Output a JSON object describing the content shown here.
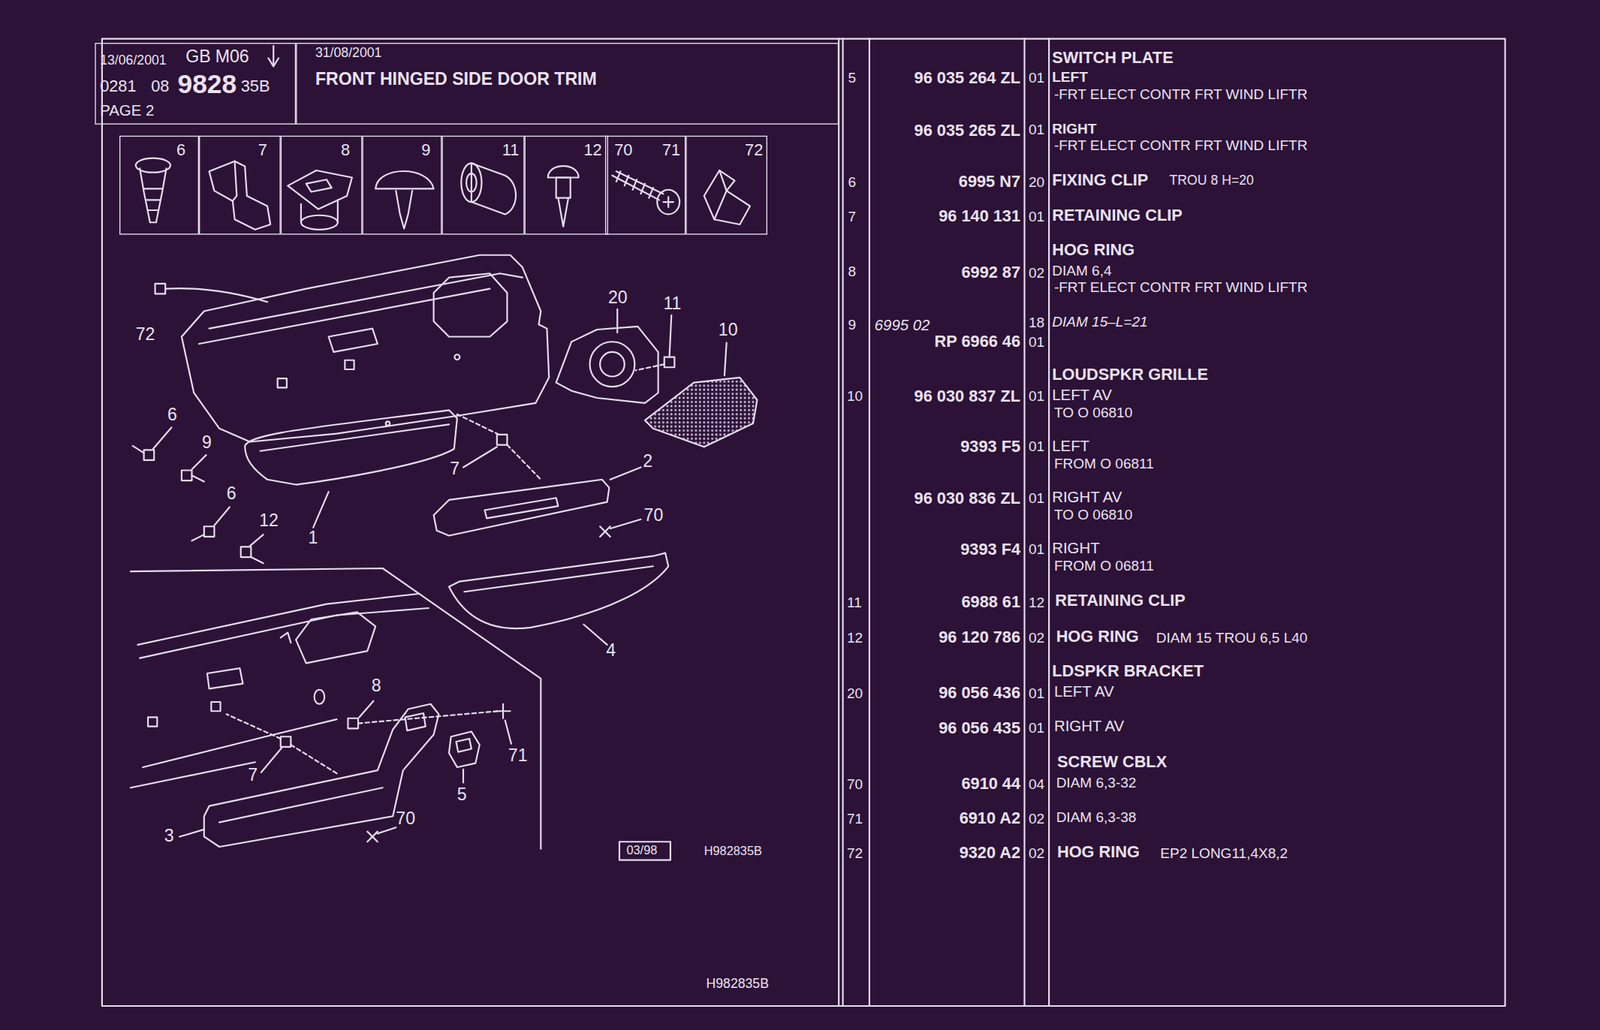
{
  "diagram": {
    "nodes": [
      {
        "text": [
          "13/06/2001",
          "GB",
          "M06",
          "0281",
          "08",
          "9828",
          "35B",
          "PAGE 2"
        ]
      },
      {
        "text": [
          "31/08/2001",
          "FRONT HINGED SIDE DOOR TRIM"
        ]
      },
      {
        "text": [
          "6"
        ]
      },
      {
        "text": [
          "7"
        ]
      },
      {
        "text": [
          "8"
        ]
      },
      {
        "text": [
          "9"
        ]
      },
      {
        "text": [
          "11"
        ]
      },
      {
        "text": [
          "12"
        ]
      },
      {
        "text": [
          "70",
          "71"
        ]
      },
      {
        "text": [
          "72"
        ]
      }
    ],
    "labels": [
      "72",
      "20",
      "11",
      "10",
      "6",
      "9",
      "7",
      "2",
      "6",
      "12",
      "1",
      "70",
      "4",
      "8",
      "7",
      "71",
      "5",
      "3",
      "70",
      "03/98",
      "H982835B",
      "H982835B",
      "SWITCH PLATE",
      "5",
      "96 035 264 ZL",
      "01",
      "LEFT",
      "-FRT ELECT CONTR FRT WIND LIFTR",
      "96 035 265 ZL",
      "01",
      "RIGHT",
      "-FRT ELECT CONTR FRT WIND LIFTR",
      "6",
      "6995 N7",
      "20",
      "FIXING CLIP",
      "TROU 8 H=20",
      "7",
      "96 140 131",
      "01",
      "RETAINING CLIP",
      "HOG RING",
      "8",
      "6992 87",
      "02",
      "DIAM 6,4",
      "-FRT ELECT CONTR FRT WIND LIFTR",
      "9",
      "6995 02",
      "18",
      "DIAM 15–L=21",
      "RP 6966 46",
      "01",
      "LOUDSPKR GRILLE",
      "10",
      "96 030 837 ZL",
      "01",
      "LEFT AV",
      "TO O 06810",
      "9393 F5",
      "01",
      "LEFT",
      "FROM O 06811",
      "96 030 836 ZL",
      "01",
      "RIGHT AV",
      "TO O 06810",
      "9393 F4",
      "01",
      "RIGHT",
      "FROM O 06811",
      "11",
      "6988 61",
      "12",
      "RETAINING CLIP",
      "12",
      "96 120 786",
      "02",
      "HOG RING",
      "DIAM 15 TROU 6,5 L40",
      "LDSPKR BRACKET",
      "20",
      "96 056 436",
      "01",
      "LEFT AV",
      "96 056 435",
      "01",
      "RIGHT AV",
      "SCREW CBLX",
      "70",
      "6910 44",
      "04",
      "DIAM 6,3-32",
      "71",
      "6910 A2",
      "02",
      "DIAM 6,3-38",
      "72",
      "9320 A2",
      "02",
      "HOG RING",
      "EP2 LONG11,4X8,2"
    ]
  }
}
